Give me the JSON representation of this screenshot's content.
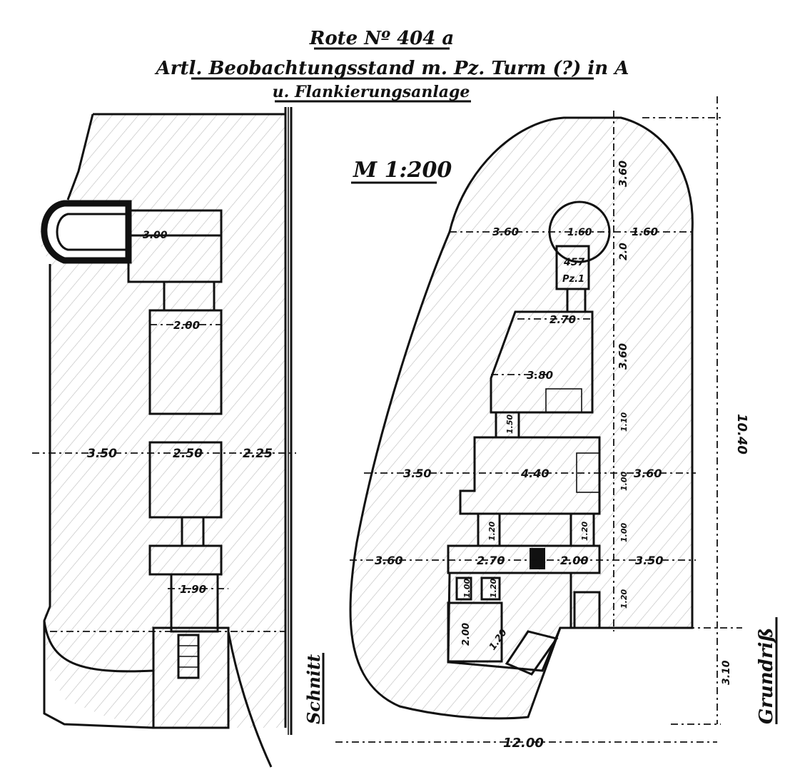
{
  "title": {
    "line1": "Rote Nº 404 a",
    "line2": "Artl. Beobachtungsstand m. Pz. Turm (?) in A",
    "line3": "u. Flankierungsanlage"
  },
  "scale": "M 1:200",
  "labels": {
    "section": "Schnitt",
    "plan": "Grundriß"
  },
  "section_dims": {
    "top_width": "3.00",
    "mid_width": "2.00",
    "left": "3.50",
    "center": "2.50",
    "right": "2.25",
    "bottom": "1.90"
  },
  "plan_dims": {
    "overall_width": "12.00",
    "overall_height": "10.40",
    "upper_left": "3.60",
    "turret": "1.60",
    "upper_right": "1.60",
    "upper_height": "3.60",
    "turret_height": "2.0",
    "room_number": "457",
    "room_sub": "Pz.1",
    "room_top": "2.70",
    "room_mid": "3.80",
    "room_mid_height": "3.60",
    "mid_left": "3.50",
    "mid_center": "4.40",
    "mid_right": "3.60",
    "low_left": "3.60",
    "low_center": "2.70",
    "low_right_center": "2.00",
    "low_right": "3.50",
    "bottom_right_height": "3.10",
    "entry_height": "2.00",
    "entry_diag": "1.20",
    "small_1": "1.50",
    "small_2": "1.20",
    "small_3": "1.20",
    "small_4": "1.10",
    "small_5": "1.00",
    "small_6": "1.00",
    "small_7": "1.20",
    "small_8": "1.00",
    "small_9": "1.20"
  }
}
